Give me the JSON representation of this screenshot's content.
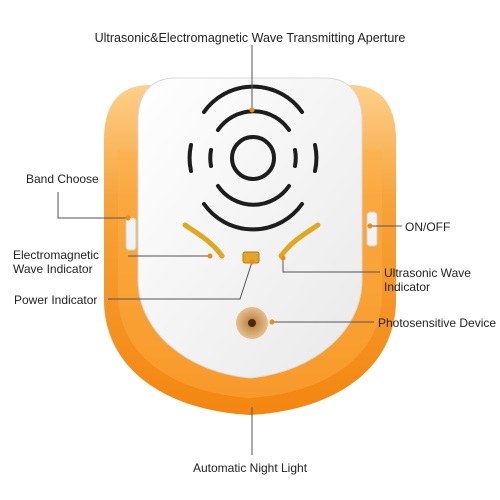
{
  "labels": {
    "top": "Ultrasonic&Electromagnetic Wave Transmitting Aperture",
    "band": "Band Choose",
    "electromagnetic_line1": "Electromagnetic",
    "electromagnetic_line2": "Wave Indicator",
    "power": "Power Indicator",
    "onoff": "ON/OFF",
    "ultrasonic_line1": "Ultrasonic Wave",
    "ultrasonic_line2": "Indicator",
    "photosensitive": "Photosensitive Device",
    "night_light": "Automatic Night Light"
  },
  "colors": {
    "shell": "#f5921e",
    "shell_light": "#ffc26b",
    "face": "#f4f4f4",
    "leader_line": "#555555",
    "indicator": "#d9a21a",
    "sensor": "#c9954f"
  },
  "icons": {
    "speaker": "concentric-arc-speaker-icon",
    "switch": "slide-switch-icon"
  }
}
